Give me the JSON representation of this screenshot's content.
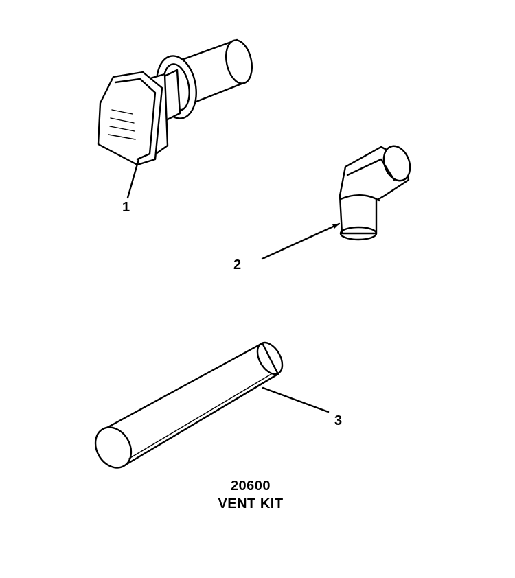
{
  "callouts": {
    "part_1": "1",
    "part_2": "2",
    "part_3": "3"
  },
  "kit": {
    "number": "20600",
    "name": "VENT KIT"
  },
  "colors": {
    "line": "#000000",
    "background": "#ffffff"
  }
}
